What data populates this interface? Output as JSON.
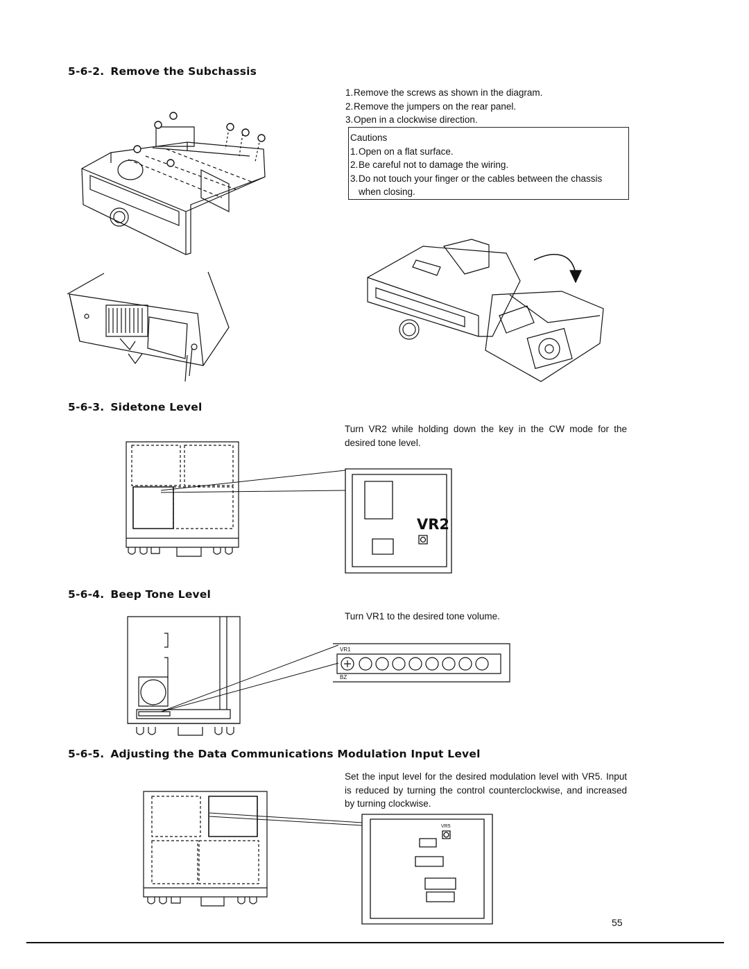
{
  "sections": {
    "subchassis": {
      "number": "5-6-2.",
      "title": "Remove the Subchassis",
      "steps": [
        {
          "n": "1.",
          "text": "Remove the screws as shown in the diagram."
        },
        {
          "n": "2.",
          "text": "Remove the jumpers on the rear panel."
        },
        {
          "n": "3.",
          "text": "Open in a clockwise direction."
        }
      ],
      "cautions": {
        "title": "Cautions",
        "items": [
          {
            "n": "1.",
            "text": "Open on a flat surface."
          },
          {
            "n": "2.",
            "text": "Be careful not to damage the wiring."
          },
          {
            "n": "3.",
            "text": "Do not touch your finger or the cables between the chassis when closing."
          }
        ]
      }
    },
    "sidetone": {
      "number": "5-6-3.",
      "title": "Sidetone Level",
      "text": "Turn VR2 while holding down the key in the CW mode for the desired tone level.",
      "label": "VR2"
    },
    "beep": {
      "number": "5-6-4.",
      "title": "Beep Tone Level",
      "text": "Turn VR1 to the desired tone volume.",
      "label_vr": "VR1",
      "label_bz": "BZ"
    },
    "modulation": {
      "number": "5-6-5.",
      "title": "Adjusting the Data Communications Modulation Input Level",
      "text": "Set the input level for the desired modulation level with VR5. Input is reduced by turning the control counterclockwise, and increased by turning clockwise.",
      "label": "VR5"
    }
  },
  "page_number": "55"
}
